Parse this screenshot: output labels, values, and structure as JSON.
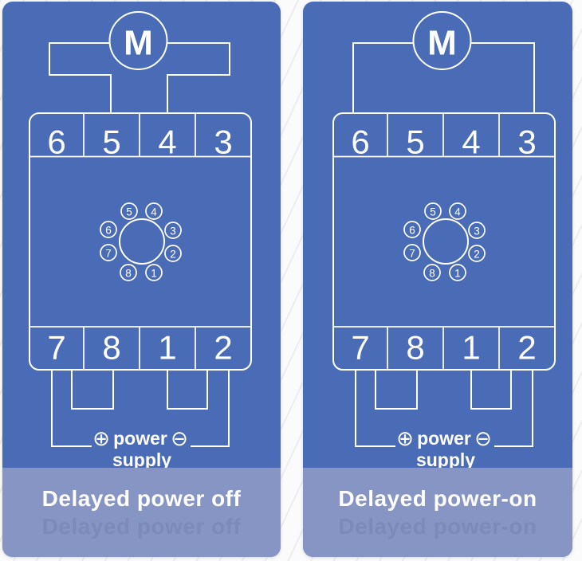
{
  "colors": {
    "panel_background": "#4a6cb6",
    "caption_band": "#8695c3",
    "diagram_lines": "#ffffff",
    "page_background": "#fbfbfb"
  },
  "panels": [
    {
      "motor_label": "M",
      "top_terminals": [
        "6",
        "5",
        "4",
        "3"
      ],
      "bottom_terminals": [
        "7",
        "8",
        "1",
        "2"
      ],
      "socket_pins": [
        "5",
        "4",
        "6",
        "3",
        "7",
        "2",
        "8",
        "1"
      ],
      "power": {
        "positive_symbol": "⊕",
        "negative_symbol": "⊖",
        "line1": "power",
        "line2": "supply"
      },
      "caption": "Delayed power off"
    },
    {
      "motor_label": "M",
      "top_terminals": [
        "6",
        "5",
        "4",
        "3"
      ],
      "bottom_terminals": [
        "7",
        "8",
        "1",
        "2"
      ],
      "socket_pins": [
        "5",
        "4",
        "6",
        "3",
        "7",
        "2",
        "8",
        "1"
      ],
      "power": {
        "positive_symbol": "⊕",
        "negative_symbol": "⊖",
        "line1": "power",
        "line2": "supply"
      },
      "caption": "Delayed power-on"
    }
  ]
}
